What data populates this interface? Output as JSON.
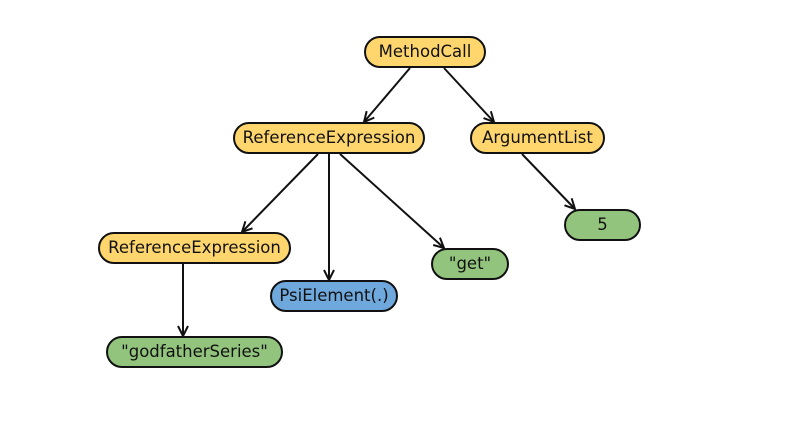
{
  "colors": {
    "yellow": "#ffd66e",
    "green": "#93c47d",
    "blue": "#6fa8dc",
    "stroke": "#111111",
    "background": "#ffffff"
  },
  "nodes": [
    {
      "id": "method-call",
      "label": "MethodCall",
      "color": "yellow"
    },
    {
      "id": "reference-expression-outer",
      "label": "ReferenceExpression",
      "color": "yellow"
    },
    {
      "id": "argument-list",
      "label": "ArgumentList",
      "color": "yellow"
    },
    {
      "id": "reference-expression-inner",
      "label": "ReferenceExpression",
      "color": "yellow"
    },
    {
      "id": "psi-element",
      "label": "PsiElement(.)",
      "color": "blue"
    },
    {
      "id": "get-literal",
      "label": "\"get\"",
      "color": "green"
    },
    {
      "id": "number-5",
      "label": "5",
      "color": "green"
    },
    {
      "id": "godfather-series-literal",
      "label": "\"godfatherSeries\"",
      "color": "green"
    }
  ],
  "edges": [
    {
      "from": "method-call",
      "to": "reference-expression-outer"
    },
    {
      "from": "method-call",
      "to": "argument-list"
    },
    {
      "from": "reference-expression-outer",
      "to": "reference-expression-inner"
    },
    {
      "from": "reference-expression-outer",
      "to": "psi-element"
    },
    {
      "from": "reference-expression-outer",
      "to": "get-literal"
    },
    {
      "from": "argument-list",
      "to": "number-5"
    },
    {
      "from": "reference-expression-inner",
      "to": "godfather-series-literal"
    }
  ]
}
